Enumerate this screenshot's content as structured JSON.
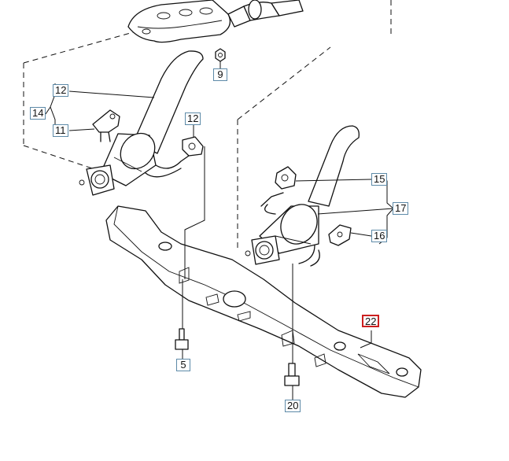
{
  "callouts": {
    "c9": "9",
    "c12a": "12",
    "c14": "14",
    "c11": "11",
    "c12b": "12",
    "c15": "15",
    "c17": "17",
    "c16": "16",
    "c22": "22",
    "c5": "5",
    "c20": "20"
  },
  "highlight_callout": "22",
  "colors": {
    "callout_border": "#5d8aa8",
    "highlight_border": "#cc1f1f",
    "line": "#111111"
  }
}
